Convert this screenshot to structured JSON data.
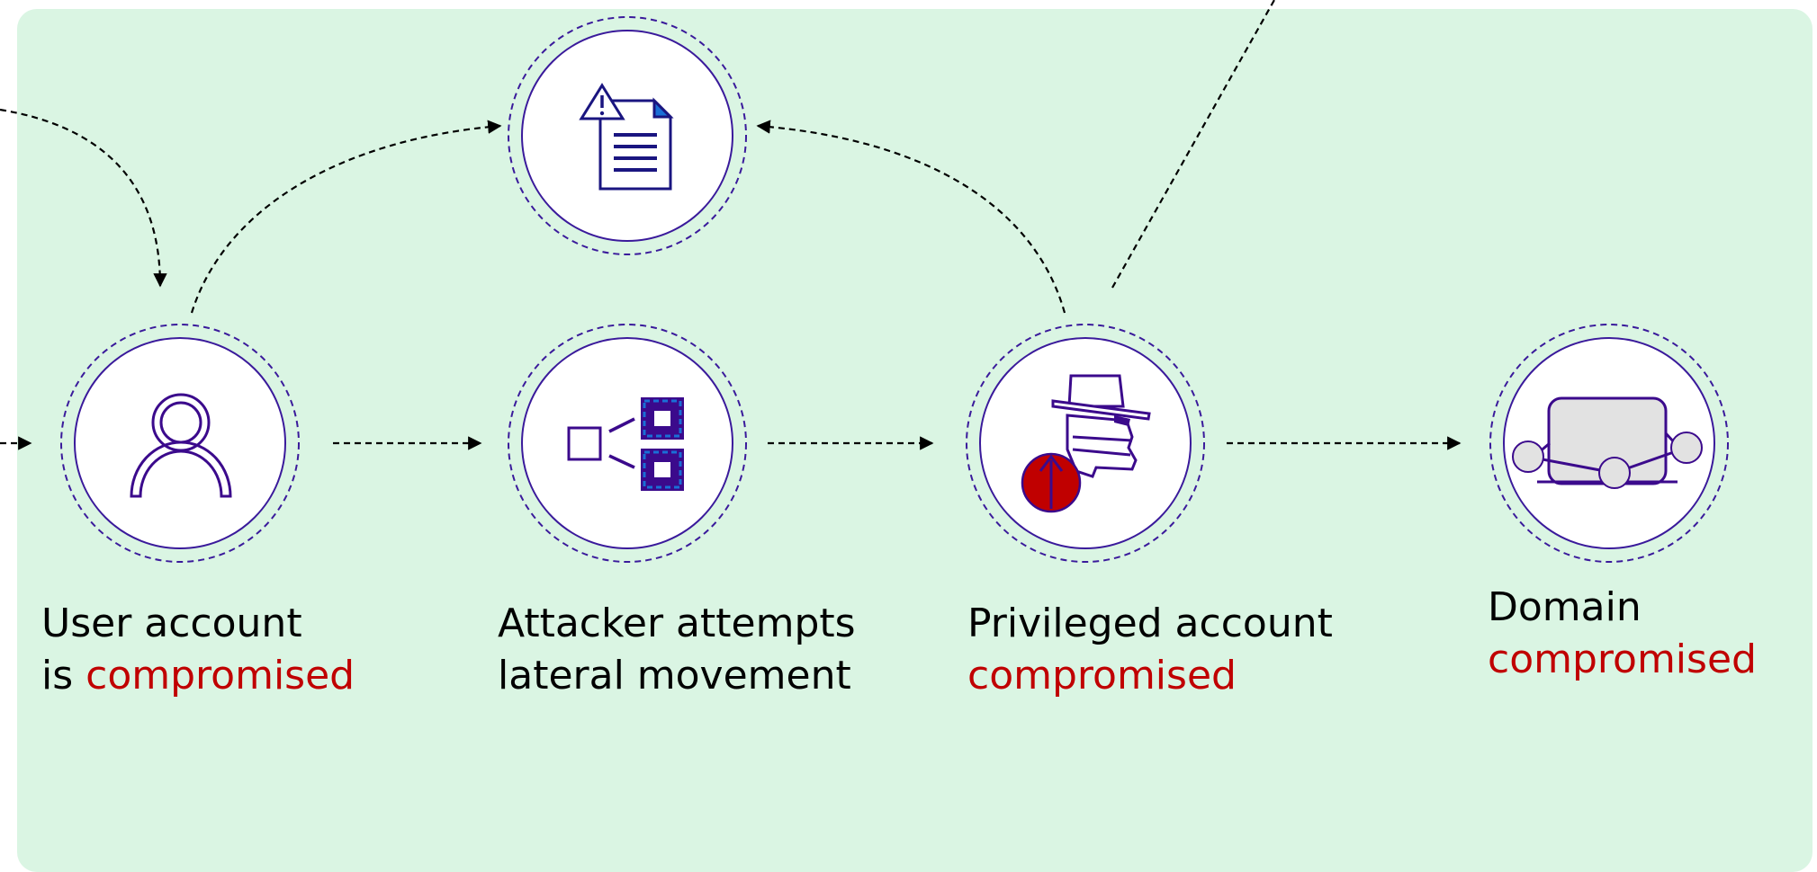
{
  "colors": {
    "background": "#daf5e3",
    "circle_stroke": "#3a1a9b",
    "icon_stroke": "#3b0a8c",
    "icon_fill_blue": "#1a3fc4",
    "alert_red": "#c00000",
    "text": "#000000"
  },
  "steps": [
    {
      "id": "user",
      "icon": "user-icon",
      "line1": "User account",
      "line2_prefix": "is ",
      "line2_accent": "compromised"
    },
    {
      "id": "lateral",
      "icon": "network-nodes-icon",
      "line1": "Attacker attempts",
      "line2_prefix": "lateral movement",
      "line2_accent": ""
    },
    {
      "id": "privileged",
      "icon": "hacker-privilege-escalation-icon",
      "line1": "Privileged account",
      "line2_prefix": "",
      "line2_accent": "compromised"
    },
    {
      "id": "domain",
      "icon": "domain-network-icon",
      "line1": "Domain",
      "line2_prefix": "",
      "line2_accent": "compromised"
    }
  ],
  "top_node": {
    "icon": "alert-document-icon"
  }
}
